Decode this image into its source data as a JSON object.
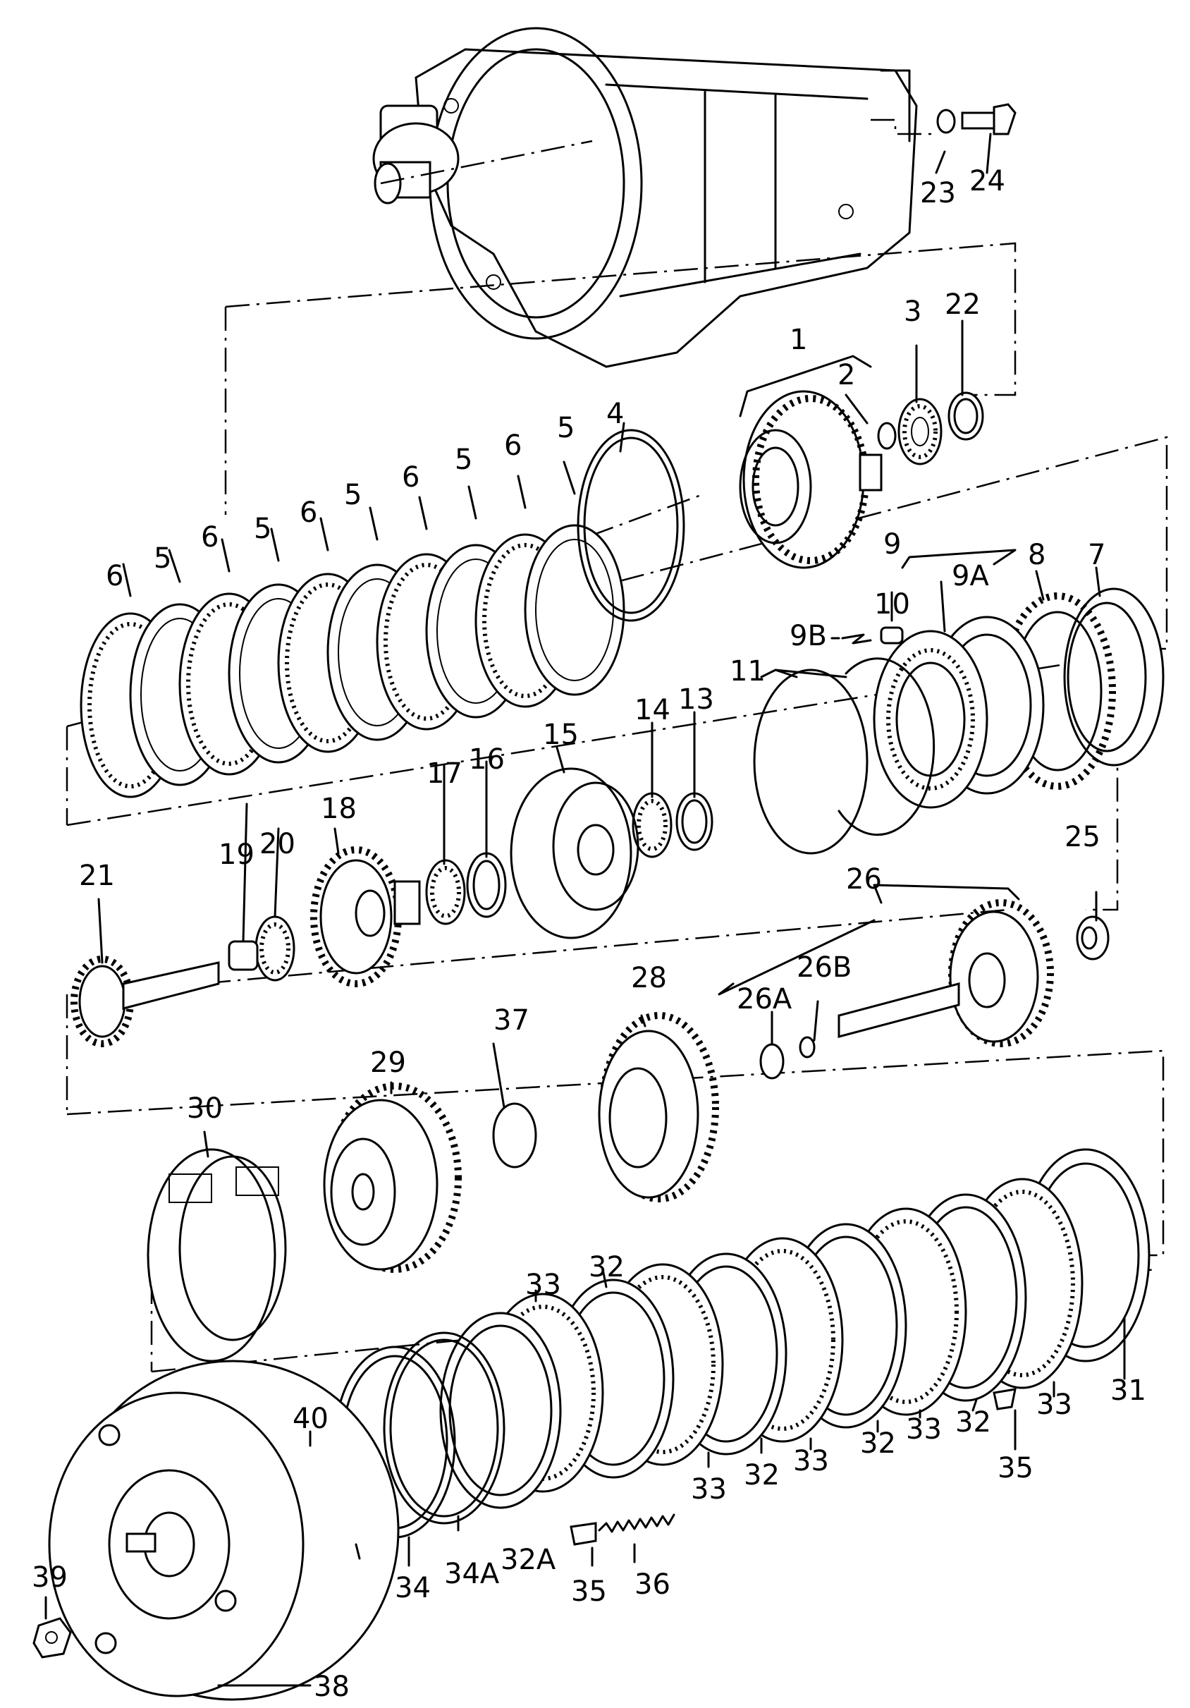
{
  "callouts": {
    "c1": "1",
    "c2": "2",
    "c3": "3",
    "c4": "4",
    "c5a": "5",
    "c5b": "5",
    "c5c": "5",
    "c5d": "5",
    "c5e": "5",
    "c6a": "6",
    "c6b": "6",
    "c6c": "6",
    "c6d": "6",
    "c6e": "6",
    "c7": "7",
    "c8": "8",
    "c9": "9",
    "c9a": "9A",
    "c9b": "9B",
    "c10": "10",
    "c11": "11",
    "c13": "13",
    "c14": "14",
    "c15": "15",
    "c16": "16",
    "c17": "17",
    "c18": "18",
    "c19": "19",
    "c20": "20",
    "c21": "21",
    "c22": "22",
    "c23": "23",
    "c24": "24",
    "c25": "25",
    "c26": "26",
    "c26a": "26A",
    "c26b": "26B",
    "c28": "28",
    "c29": "29",
    "c30": "30",
    "c31": "31",
    "c32a": "32",
    "c32b": "32",
    "c32c": "32",
    "c32d": "32",
    "c32A": "32A",
    "c33a": "33",
    "c33b": "33",
    "c33c": "33",
    "c33d": "33",
    "c33e": "33",
    "c34": "34",
    "c34A": "34A",
    "c35a": "35",
    "c35b": "35",
    "c36": "36",
    "c37": "37",
    "c38": "38",
    "c39": "39",
    "c40": "40"
  }
}
